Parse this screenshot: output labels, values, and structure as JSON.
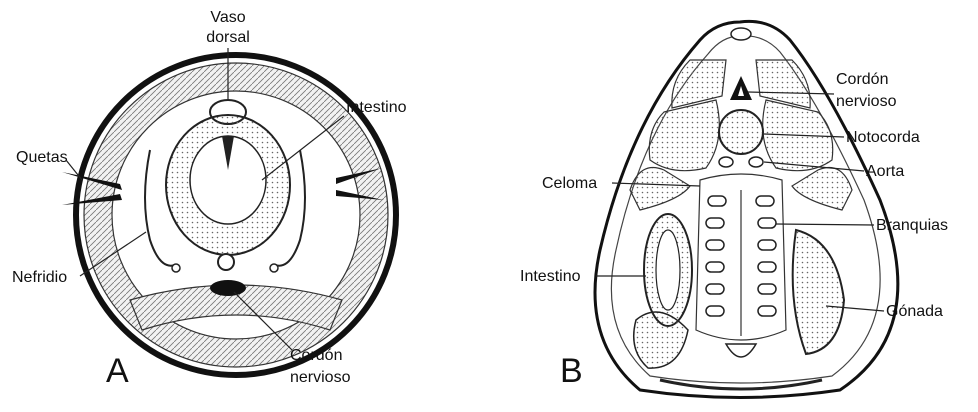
{
  "panel_a": {
    "letter": "A",
    "labels": {
      "vaso_1": "Vaso",
      "vaso_2": "dorsal",
      "intestino": "Intestino",
      "quetas": "Quetas",
      "nefridio": "Nefridio",
      "cordon_1": "Cordón",
      "cordon_2": "nervioso"
    }
  },
  "panel_b": {
    "letter": "B",
    "labels": {
      "cordon_1": "Cordón",
      "cordon_2": "nervioso",
      "notocorda": "Notocorda",
      "celoma": "Celoma",
      "aorta": "Aorta",
      "branquias": "Branquias",
      "intestino": "Intestino",
      "gonada": "Gónada"
    }
  }
}
